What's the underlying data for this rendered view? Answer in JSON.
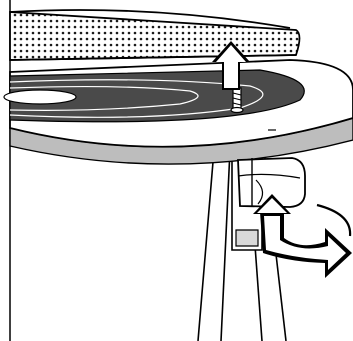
{
  "figure": {
    "kind": "assembly-illustration",
    "style": "black-and-white line art",
    "parts": [
      "perforated-pad",
      "platter-disc",
      "center-screw",
      "support-post",
      "locking-clip"
    ],
    "arrows": [
      {
        "name": "lift-up-arrow",
        "direction": "up"
      },
      {
        "name": "push-turn-arrow",
        "direction": "up-then-right"
      }
    ],
    "colors": {
      "ink": "#000000",
      "paper": "#ffffff",
      "disc-dark": "#4a4a4a",
      "rim-light": "#e6e6e6",
      "shadow": "#9a9a9a"
    }
  }
}
